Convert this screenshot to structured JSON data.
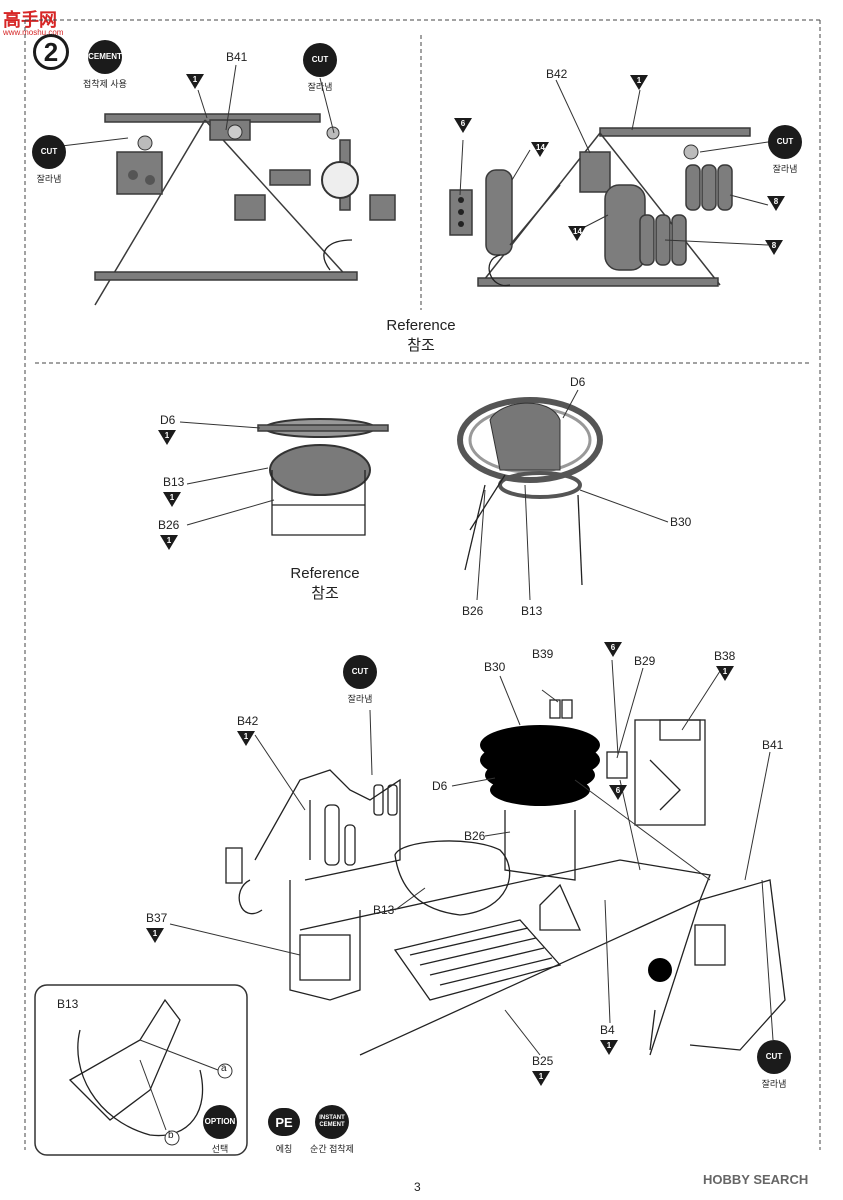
{
  "logo": {
    "title": "高手网",
    "subtitle": "www.moshu.com"
  },
  "step_number": "2",
  "badges": {
    "cement": {
      "label": "CEMENT",
      "caption": "접착제 사용"
    },
    "cut": {
      "label": "CUT",
      "caption": "잘라냄"
    },
    "option": {
      "label": "OPTION",
      "caption": "선택"
    },
    "pe": {
      "label": "PE",
      "caption": "에칭"
    },
    "instant": {
      "label": "INSTANT CEMENT",
      "caption": "순간 접착제"
    }
  },
  "reference": {
    "en": "Reference",
    "ko": "참조"
  },
  "sprue_left": {
    "part": "B41",
    "tri": "1"
  },
  "sprue_right": {
    "part": "B42",
    "tris": [
      "1",
      "6",
      "14",
      "14",
      "8",
      "8"
    ]
  },
  "ref_left": {
    "parts": [
      "D6",
      "B13",
      "B26"
    ],
    "tris": [
      "1",
      "1",
      "1"
    ]
  },
  "ref_right": {
    "parts": [
      "D6",
      "B30",
      "B26",
      "B13"
    ]
  },
  "assembly": {
    "labels": [
      "B30",
      "B39",
      "B29",
      "B38",
      "B41",
      "B42",
      "D6",
      "B26",
      "B13",
      "B37",
      "B4",
      "B25"
    ],
    "tris": {
      "B38": "1",
      "B42": "1",
      "B37": "1",
      "B4": "1",
      "B25": "1",
      "p6a": "6",
      "p6b": "6"
    }
  },
  "inset": {
    "part": "B13",
    "a": "a",
    "b": "b"
  },
  "page_number": "3",
  "watermark": "HOBBY SEARCH"
}
